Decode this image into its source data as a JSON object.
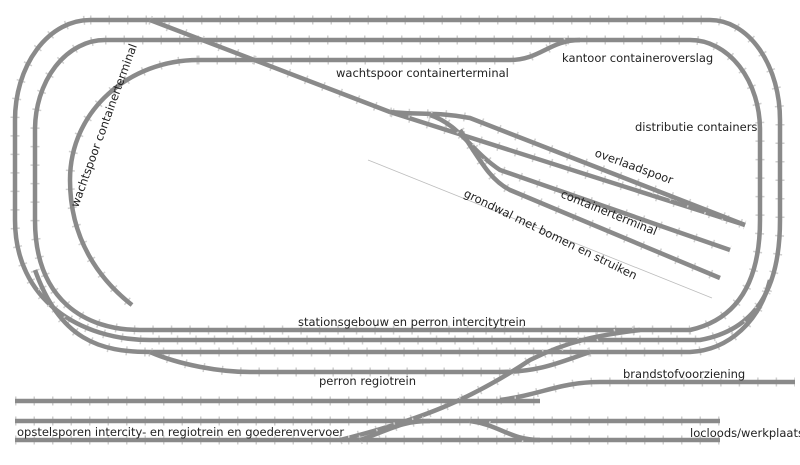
{
  "colors": {
    "rail": "#8a8a8a",
    "sleeper": "#cfcfcf",
    "background": "#ffffff",
    "text": "#222222",
    "embankment_line": "#bdbdbd"
  },
  "labels": {
    "wachtspoor_top": "wachtspoor containerterminal",
    "wachtspoor_left": "wachtspoor containerterminal",
    "kantoor": "kantoor containeroverslag",
    "distributie": "distributie containers",
    "overlaadspoor": "overlaadspoor",
    "containerterminal": "containerterminal",
    "grondwal": "grondwal met bomen en struiken",
    "stationsgebouw": "stationsgebouw en perron intercitytrein",
    "perron_regiotrein": "perron regiotrein",
    "brandstof": "brandstofvoorziening",
    "opstelsporen": "opstelsporen intercity- en regiotrein en goederenvervoer",
    "locloods": "locloods/werkplaats"
  }
}
